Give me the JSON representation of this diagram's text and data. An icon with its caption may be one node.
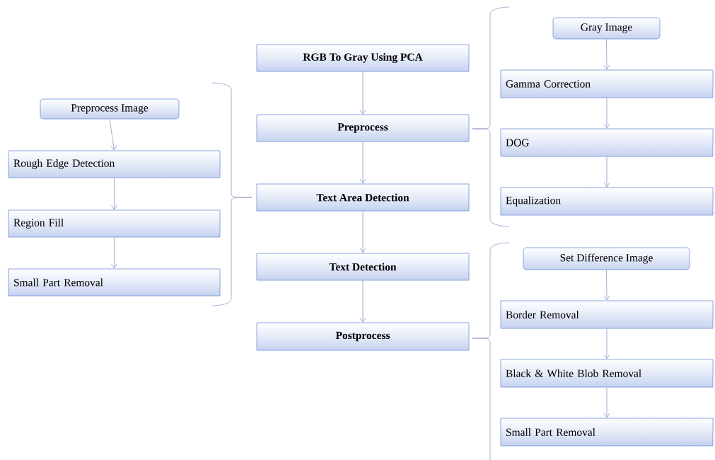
{
  "diagram": {
    "nodes": [
      {
        "text": [
          "RGB To Gray Using PCA"
        ]
      },
      {
        "text": [
          "Preprocess"
        ]
      },
      {
        "text": [
          "Text Area Detection"
        ]
      },
      {
        "text": [
          "Text Detection"
        ]
      },
      {
        "text": [
          "Postprocess"
        ]
      },
      {
        "text": [
          "Preprocess Image"
        ]
      },
      {
        "text": [
          "Rough Edge Detection"
        ]
      },
      {
        "text": [
          "Region Fill"
        ]
      },
      {
        "text": [
          "Small Part Removal"
        ]
      },
      {
        "text": [
          "Gray Image"
        ]
      },
      {
        "text": [
          "Gamma Correction"
        ]
      },
      {
        "text": [
          "DOG"
        ]
      },
      {
        "text": [
          "Equalization"
        ]
      },
      {
        "text": [
          "Set Difference Image"
        ]
      },
      {
        "text": [
          "Border Removal"
        ]
      },
      {
        "text": [
          "Black & White Blob Removal"
        ]
      },
      {
        "text": [
          "Small Part Removal"
        ]
      }
    ],
    "edges": [
      {
        "from": 0,
        "to": 1,
        "arrow": "to"
      },
      {
        "from": 1,
        "to": 2,
        "arrow": "to"
      },
      {
        "from": 2,
        "to": 3,
        "arrow": "to"
      },
      {
        "from": 3,
        "to": 4,
        "arrow": "to"
      },
      {
        "from": 5,
        "to": 6,
        "arrow": "to"
      },
      {
        "from": 6,
        "to": 7,
        "arrow": "to"
      },
      {
        "from": 7,
        "to": 8,
        "arrow": "to"
      },
      {
        "from": 9,
        "to": 10,
        "arrow": "to"
      },
      {
        "from": 10,
        "to": 11,
        "arrow": "to"
      },
      {
        "from": 11,
        "to": 12,
        "arrow": "to"
      },
      {
        "from": 13,
        "to": 14,
        "arrow": "to"
      },
      {
        "from": 14,
        "to": 15,
        "arrow": "to"
      },
      {
        "from": 15,
        "to": 16,
        "arrow": "to"
      }
    ]
  }
}
